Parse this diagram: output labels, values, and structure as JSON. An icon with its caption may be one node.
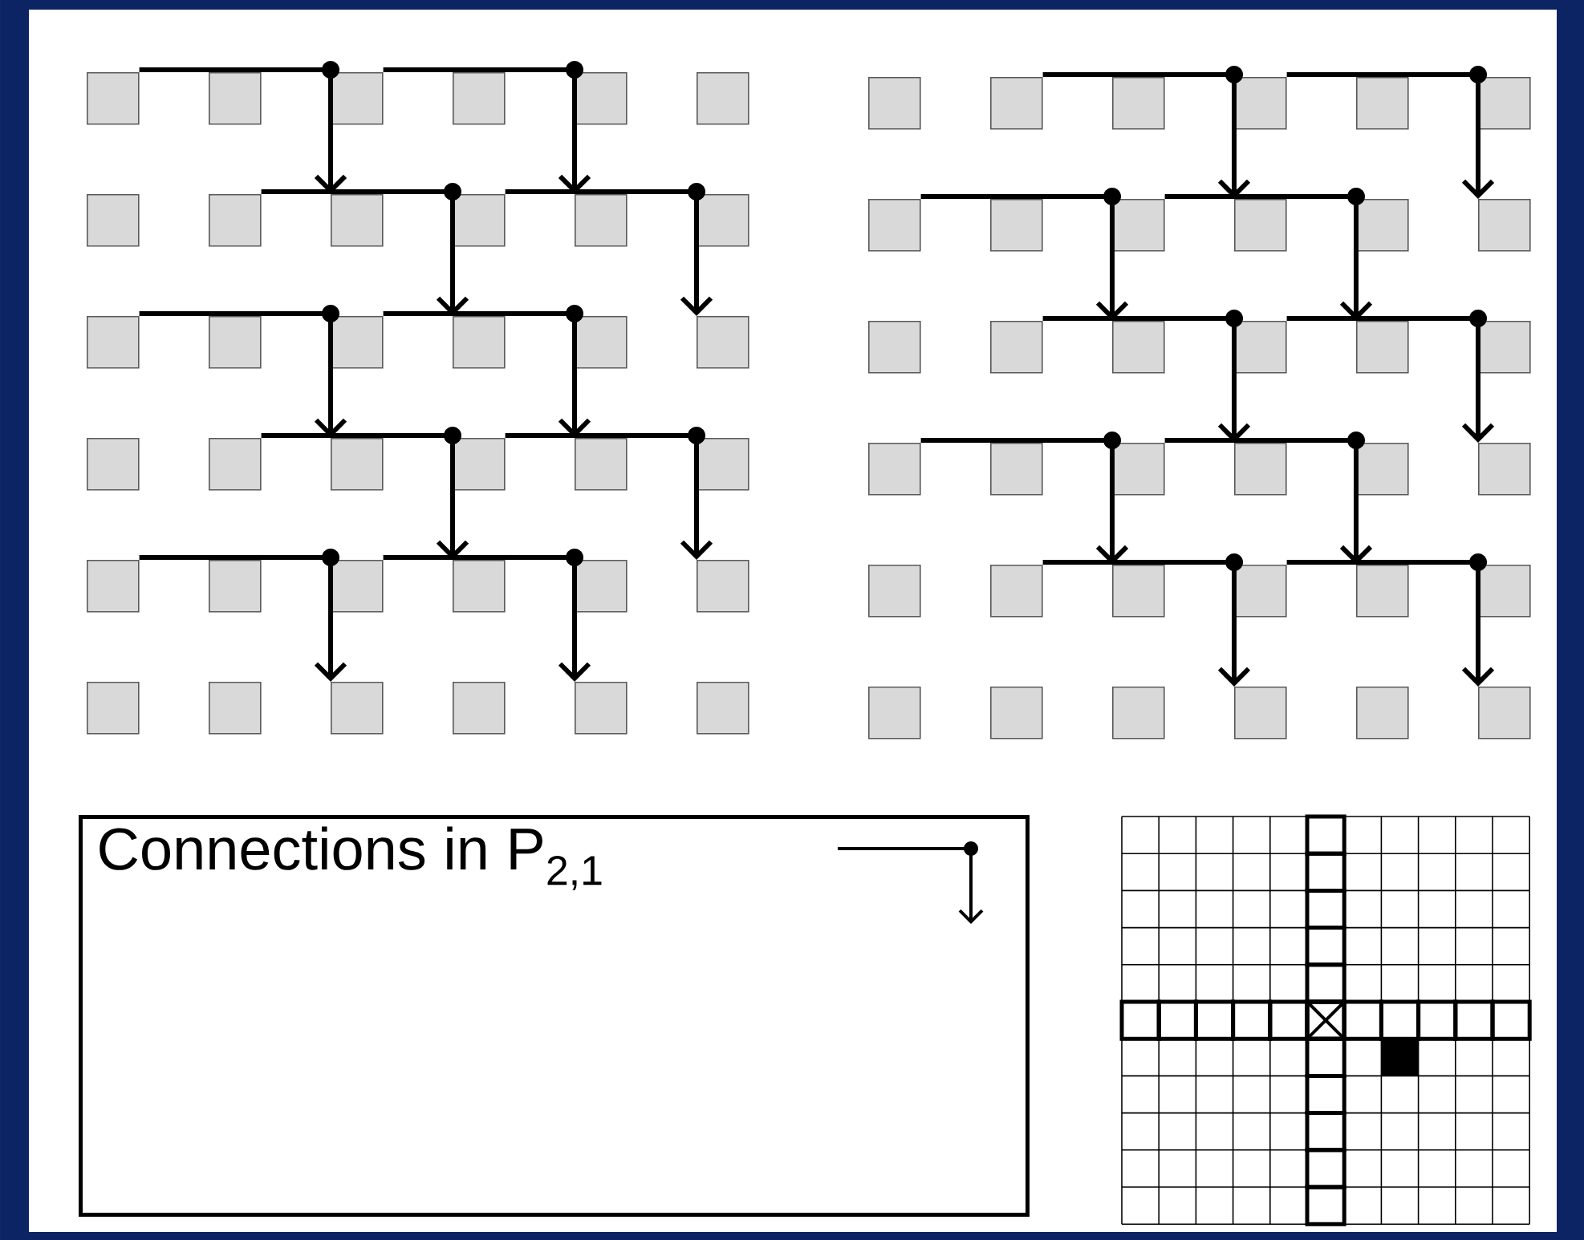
{
  "diagram": {
    "nodes": [
      {
        "text": [],
        "shape": "box"
      },
      {
        "text": [],
        "shape": "box"
      },
      {
        "text": [],
        "shape": "box"
      },
      {
        "text": [],
        "shape": "box"
      },
      {
        "text": [],
        "shape": "box"
      },
      {
        "text": [],
        "shape": "box"
      },
      {
        "text": [],
        "shape": "box"
      },
      {
        "text": [],
        "shape": "box"
      },
      {
        "text": [],
        "shape": "box"
      },
      {
        "text": [],
        "shape": "box"
      },
      {
        "text": [],
        "shape": "box"
      },
      {
        "text": [],
        "shape": "box"
      },
      {
        "text": [],
        "shape": "box"
      },
      {
        "text": [],
        "shape": "box"
      },
      {
        "text": [],
        "shape": "box"
      },
      {
        "text": [],
        "shape": "box"
      },
      {
        "text": [],
        "shape": "box"
      },
      {
        "text": [],
        "shape": "box"
      },
      {
        "text": [],
        "shape": "box"
      },
      {
        "text": [],
        "shape": "box"
      },
      {
        "text": [],
        "shape": "box"
      },
      {
        "text": [],
        "shape": "box"
      },
      {
        "text": [],
        "shape": "box"
      },
      {
        "text": [],
        "shape": "box"
      },
      {
        "text": [],
        "shape": "box"
      },
      {
        "text": [],
        "shape": "box"
      },
      {
        "text": [],
        "shape": "box"
      },
      {
        "text": [],
        "shape": "box"
      },
      {
        "text": [],
        "shape": "box"
      },
      {
        "text": [],
        "shape": "box"
      },
      {
        "text": [],
        "shape": "box"
      },
      {
        "text": [],
        "shape": "box"
      },
      {
        "text": [],
        "shape": "box"
      },
      {
        "text": [],
        "shape": "box"
      },
      {
        "text": [],
        "shape": "box"
      },
      {
        "text": [],
        "shape": "box"
      },
      {
        "text": [],
        "shape": "box"
      },
      {
        "text": [],
        "shape": "box"
      },
      {
        "text": [],
        "shape": "box"
      },
      {
        "text": [],
        "shape": "box"
      },
      {
        "text": [],
        "shape": "box"
      },
      {
        "text": [],
        "shape": "box"
      },
      {
        "text": [],
        "shape": "box"
      },
      {
        "text": [],
        "shape": "box"
      },
      {
        "text": [],
        "shape": "box"
      },
      {
        "text": [],
        "shape": "box"
      },
      {
        "text": [],
        "shape": "box"
      },
      {
        "text": [],
        "shape": "box"
      },
      {
        "text": [],
        "shape": "box"
      },
      {
        "text": [],
        "shape": "box"
      },
      {
        "text": [],
        "shape": "box"
      },
      {
        "text": [],
        "shape": "box"
      },
      {
        "text": [],
        "shape": "box"
      },
      {
        "text": [],
        "shape": "box"
      },
      {
        "text": [],
        "shape": "box"
      },
      {
        "text": [],
        "shape": "box"
      },
      {
        "text": [],
        "shape": "box"
      },
      {
        "text": [],
        "shape": "box"
      },
      {
        "text": [],
        "shape": "box"
      },
      {
        "text": [],
        "shape": "box"
      },
      {
        "text": [],
        "shape": "box"
      },
      {
        "text": [],
        "shape": "box"
      },
      {
        "text": [],
        "shape": "box"
      },
      {
        "text": [],
        "shape": "box"
      },
      {
        "text": [],
        "shape": "box"
      },
      {
        "text": [],
        "shape": "box"
      },
      {
        "text": [],
        "shape": "box"
      },
      {
        "text": [],
        "shape": "box"
      },
      {
        "text": [],
        "shape": "box"
      },
      {
        "text": [],
        "shape": "box"
      },
      {
        "text": [],
        "shape": "box"
      },
      {
        "text": [],
        "shape": "box"
      },
      {
        "text": [
          "Connections in P$_{2,1}$"
        ]
      }
    ],
    "edges": [
      {
        "from": 0,
        "to": 8,
        "arrow": "to"
      },
      {
        "from": 2,
        "to": 10,
        "arrow": "to"
      },
      {
        "from": 7,
        "to": 15,
        "arrow": "to"
      },
      {
        "from": 9,
        "to": 17,
        "arrow": "to"
      },
      {
        "from": 12,
        "to": 20,
        "arrow": "to"
      },
      {
        "from": 14,
        "to": 22,
        "arrow": "to"
      },
      {
        "from": 19,
        "to": 27,
        "arrow": "to"
      },
      {
        "from": 21,
        "to": 29,
        "arrow": "to"
      },
      {
        "from": 24,
        "to": 32,
        "arrow": "to"
      },
      {
        "from": 26,
        "to": 34,
        "arrow": "to"
      },
      {
        "from": 37,
        "to": 45,
        "arrow": "to"
      },
      {
        "from": 39,
        "to": 47,
        "arrow": "to"
      },
      {
        "from": 42,
        "to": 50,
        "arrow": "to"
      },
      {
        "from": 44,
        "to": 52,
        "arrow": "to"
      },
      {
        "from": 49,
        "to": 57,
        "arrow": "to"
      },
      {
        "from": 51,
        "to": 59,
        "arrow": "to"
      },
      {
        "from": 54,
        "to": 62,
        "arrow": "to"
      },
      {
        "from": 56,
        "to": 64,
        "arrow": "to"
      },
      {
        "from": 61,
        "to": 69,
        "arrow": "to"
      },
      {
        "from": 63,
        "to": 71,
        "arrow": "to"
      }
    ]
  }
}
